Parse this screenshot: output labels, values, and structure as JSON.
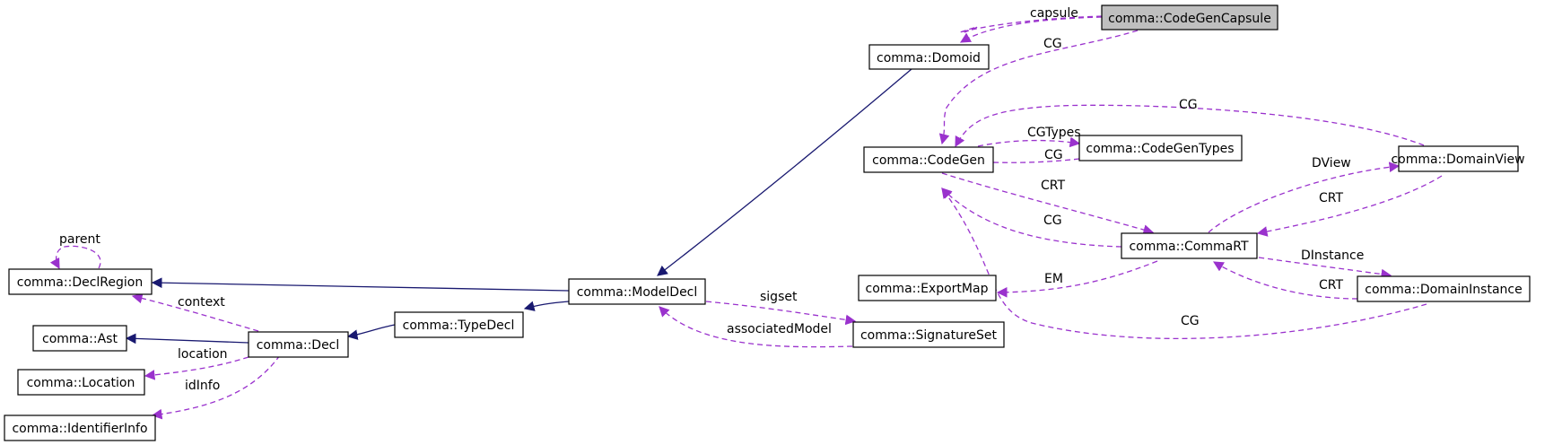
{
  "nodes": {
    "codegencapsule": "comma::CodeGenCapsule",
    "domoid": "comma::Domoid",
    "codegen": "comma::CodeGen",
    "codegentypes": "comma::CodeGenTypes",
    "domainview": "comma::DomainView",
    "commart": "comma::CommaRT",
    "exportmap": "comma::ExportMap",
    "domaininstance": "comma::DomainInstance",
    "signatureset": "comma::SignatureSet",
    "modeldecl": "comma::ModelDecl",
    "typedecl": "comma::TypeDecl",
    "declregion": "comma::DeclRegion",
    "decl": "comma::Decl",
    "ast": "comma::Ast",
    "location": "comma::Location",
    "identifierinfo": "comma::IdentifierInfo"
  },
  "labels": {
    "capsule": "capsule",
    "cg_capsule": "CG",
    "cg_view": "CG",
    "cgtypes": "CGTypes",
    "cg_types": "CG",
    "dview": "DView",
    "crt_view": "CRT",
    "crt_codegen": "CRT",
    "cg_rt": "CG",
    "dinstance": "DInstance",
    "crt_instance": "CRT",
    "em": "EM",
    "cg_instance": "CG",
    "sigset": "sigset",
    "associated_model": "associatedModel",
    "parent": "parent",
    "context": "context",
    "location": "location",
    "idinfo": "idInfo"
  },
  "colors": {
    "inheritance_edge": "#191970",
    "usage_edge": "#9a32cd",
    "highlight_fill": "#bfbfbf"
  }
}
